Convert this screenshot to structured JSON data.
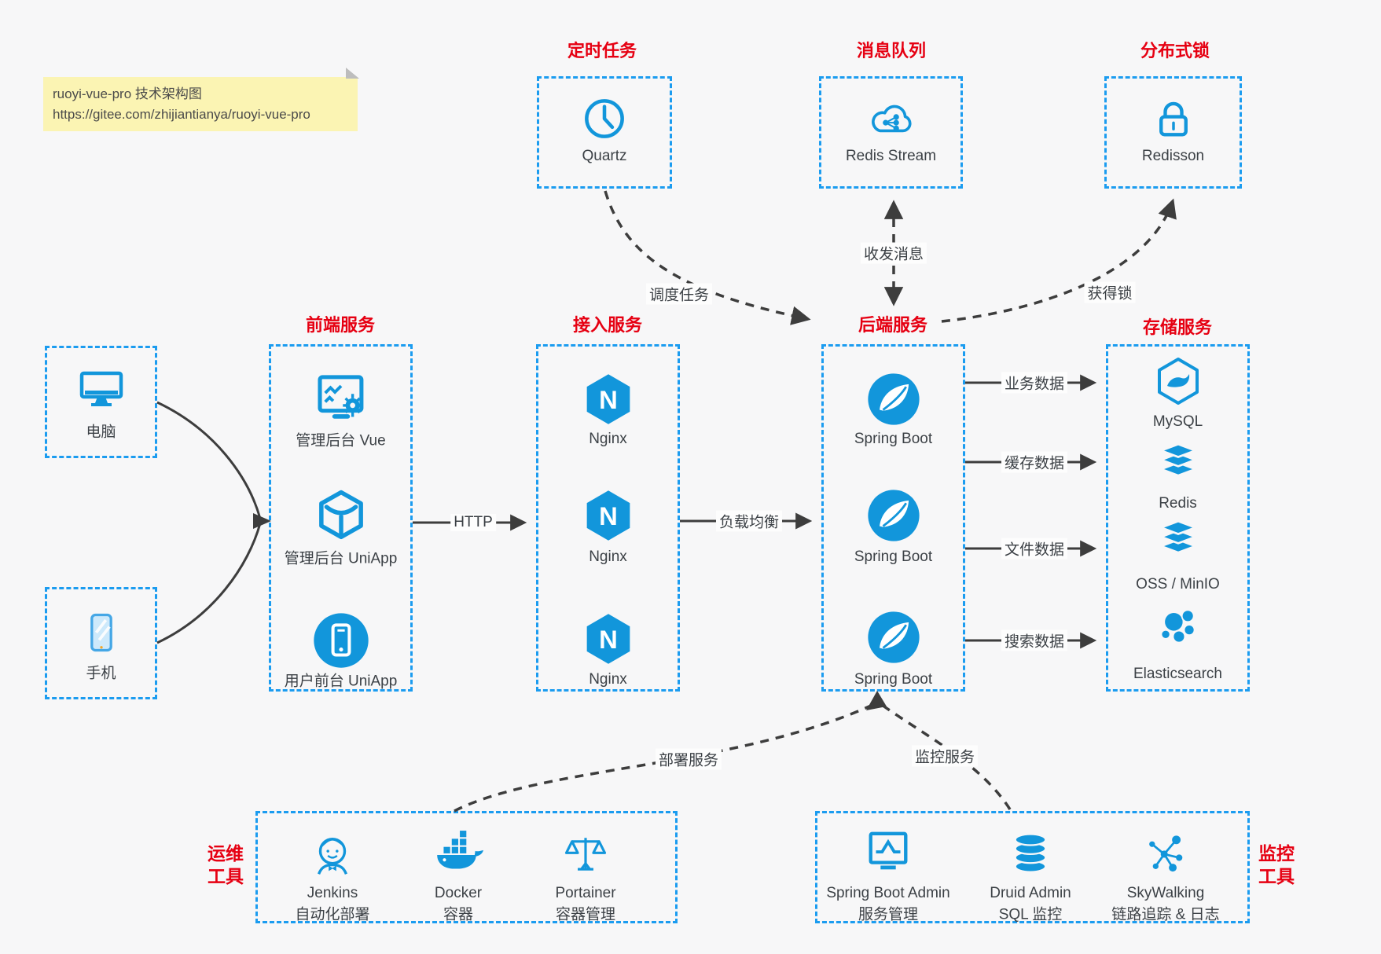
{
  "note": {
    "line1": "ruoyi-vue-pro 技术架构图",
    "line2": "https://gitee.com/zhijiantianya/ruoyi-vue-pro"
  },
  "top_services": [
    {
      "title": "定时任务",
      "label": "Quartz",
      "icon": "clock-icon"
    },
    {
      "title": "消息队列",
      "label": "Redis Stream",
      "icon": "cloud-stream-icon"
    },
    {
      "title": "分布式锁",
      "label": "Redisson",
      "icon": "lock-icon"
    }
  ],
  "clients": [
    {
      "label": "电脑",
      "icon": "desktop-icon"
    },
    {
      "label": "手机",
      "icon": "smartphone-icon"
    }
  ],
  "service_columns": [
    {
      "title": "前端服务",
      "items": [
        {
          "label": "管理后台 Vue",
          "icon": "admin-vue-icon"
        },
        {
          "label": "管理后台 UniApp",
          "icon": "uniapp-cube-icon"
        },
        {
          "label": "用户前台 UniApp",
          "icon": "user-app-icon"
        }
      ]
    },
    {
      "title": "接入服务",
      "items": [
        {
          "label": "Nginx",
          "icon": "nginx-icon"
        },
        {
          "label": "Nginx",
          "icon": "nginx-icon"
        },
        {
          "label": "Nginx",
          "icon": "nginx-icon"
        }
      ]
    },
    {
      "title": "后端服务",
      "items": [
        {
          "label": "Spring Boot",
          "icon": "spring-leaf-icon"
        },
        {
          "label": "Spring Boot",
          "icon": "spring-leaf-icon"
        },
        {
          "label": "Spring Boot",
          "icon": "spring-leaf-icon"
        }
      ]
    },
    {
      "title": "存储服务",
      "items": [
        {
          "label": "MySQL",
          "icon": "mysql-icon"
        },
        {
          "label": "Redis",
          "icon": "redis-stack-icon"
        },
        {
          "label": "OSS / MinIO",
          "icon": "oss-stack-icon"
        },
        {
          "label": "Elasticsearch",
          "icon": "elasticsearch-icon"
        }
      ]
    }
  ],
  "tool_groups": [
    {
      "title_line1": "运维",
      "title_line2": "工具",
      "items": [
        {
          "name": "Jenkins",
          "desc": "自动化部署",
          "icon": "jenkins-icon"
        },
        {
          "name": "Docker",
          "desc": "容器",
          "icon": "docker-icon"
        },
        {
          "name": "Portainer",
          "desc": "容器管理",
          "icon": "portainer-icon"
        }
      ]
    },
    {
      "title_line1": "监控",
      "title_line2": "工具",
      "items": [
        {
          "name": "Spring Boot Admin",
          "desc": "服务管理",
          "icon": "monitor-chart-icon"
        },
        {
          "name": "Druid Admin",
          "desc": "SQL 监控",
          "icon": "database-icon"
        },
        {
          "name": "SkyWalking",
          "desc": "链路追踪 & 日志",
          "icon": "topology-icon"
        }
      ]
    }
  ],
  "edge_labels": {
    "http": "HTTP",
    "load_balance": "负载均衡",
    "schedule_job": "调度任务",
    "send_receive_message": "收发消息",
    "acquire_lock": "获得锁",
    "business_data": "业务数据",
    "cache_data": "缓存数据",
    "file_data": "文件数据",
    "search_data": "搜索数据",
    "deploy_service": "部署服务",
    "monitor_service": "监控服务"
  },
  "icons": {
    "nginx_letter": "N"
  },
  "colors": {
    "icon_blue": "#1296db",
    "border_blue": "#1b9cf0",
    "title_red": "#e60012",
    "arrow_dark": "#3d3d3d",
    "note_bg": "#fbf4b3"
  }
}
